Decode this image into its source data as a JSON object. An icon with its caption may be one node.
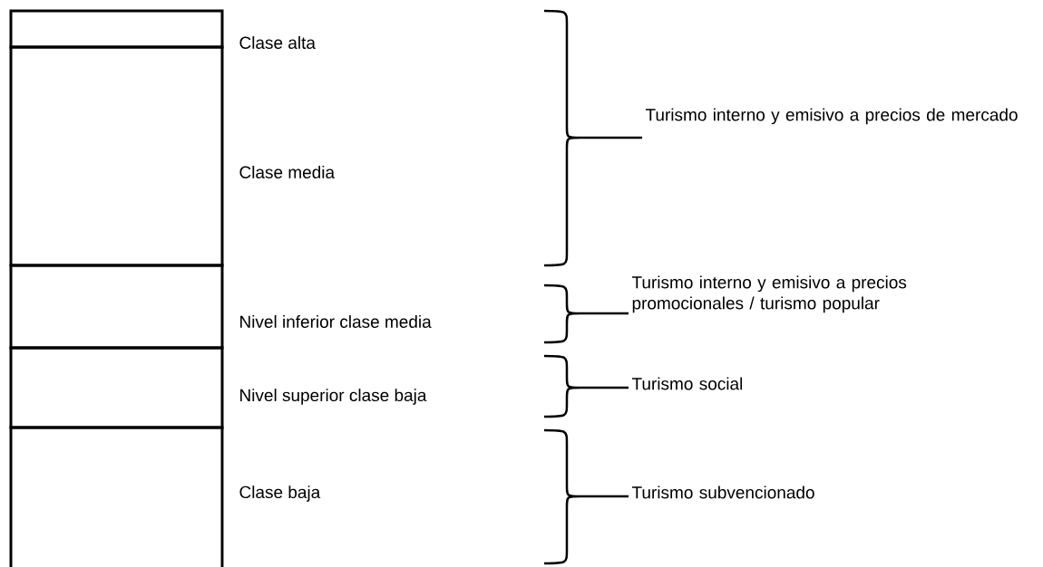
{
  "diagram": {
    "nodes": [
      {
        "text": [
          "Clase alta"
        ]
      },
      {
        "text": [
          "Clase media"
        ]
      },
      {
        "text": [
          "Nivel inferior clase media"
        ]
      },
      {
        "text": [
          "Nivel superior clase baja"
        ]
      },
      {
        "text": [
          "Clase baja"
        ]
      },
      {
        "text": [
          "Turismo interno y emisivo a precios de mercado"
        ]
      },
      {
        "text": [
          "Turismo interno y emisivo a precios promocionales / turismo popular"
        ]
      },
      {
        "text": [
          "Turismo social"
        ]
      },
      {
        "text": [
          "Turismo subvencionado"
        ]
      }
    ]
  }
}
